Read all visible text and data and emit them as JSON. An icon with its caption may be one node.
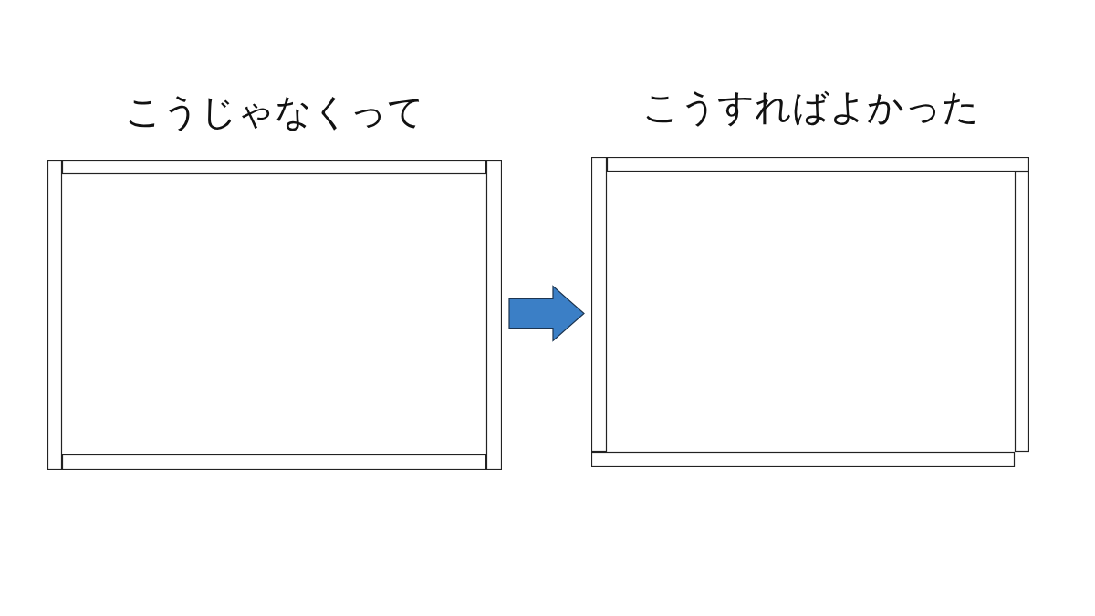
{
  "diagram": {
    "nodes": [
      {
        "text": [
          "こうじゃなくって"
        ]
      },
      {
        "text": [
          "こうすればよかった"
        ]
      }
    ],
    "edges": [
      {
        "from": 0,
        "to": 1,
        "arrow": "to"
      }
    ]
  }
}
